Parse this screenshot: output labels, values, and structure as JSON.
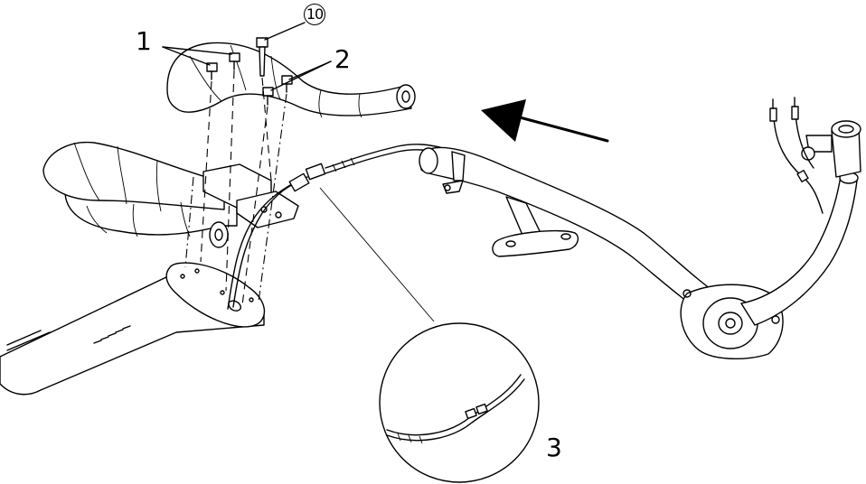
{
  "labels": {
    "part_1": "1",
    "part_2": "2",
    "part_3": "3",
    "part_10": "10"
  },
  "colors": {
    "line": "#000000",
    "background": "#ffffff"
  },
  "icons": {
    "direction": "arrow-left-icon",
    "detail": "magnifier-detail-icon"
  }
}
